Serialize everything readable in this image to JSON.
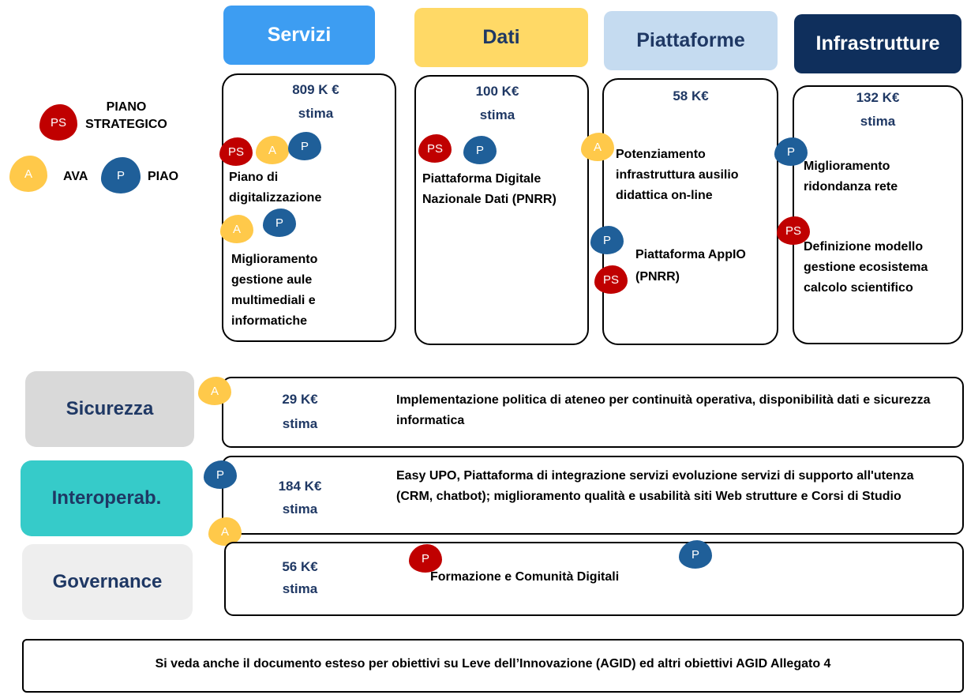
{
  "legend": {
    "ps_label": "PIANO STRATEGICO",
    "ava_label": "AVA",
    "piao_label": "PIAO",
    "ps_badge": "PS",
    "a_badge": "A",
    "p_badge": "P"
  },
  "columns": [
    {
      "title": "Servizi",
      "amount": "809 K €",
      "note": "stima",
      "items": [
        "Piano di digitalizzazione",
        "Miglioramento gestione aule multimediali e informatiche"
      ]
    },
    {
      "title": "Dati",
      "amount": "100 K€",
      "note": "stima",
      "items": [
        "Piattaforma Digitale Nazionale Dati (PNRR)"
      ]
    },
    {
      "title": "Piattaforme",
      "amount": "58 K€",
      "note": "",
      "items": [
        "Potenziamento infrastruttura ausilio didattica on-line",
        "Piattaforma AppIO (PNRR)"
      ]
    },
    {
      "title": "Infrastrutture",
      "amount": "132 K€",
      "note": "stima",
      "items": [
        "Miglioramento ridondanza rete",
        "Definizione modello gestione ecosistema calcolo scientifico"
      ]
    }
  ],
  "rows": [
    {
      "title": "Sicurezza",
      "amount": "29 K€",
      "note": "stima",
      "text": "Implementazione politica di ateneo per continuità operativa, disponibilità dati e sicurezza informatica"
    },
    {
      "title": "Interoperab.",
      "amount": "184 K€",
      "note": "stima",
      "text": "Easy UPO, Piattaforma di integrazione servizi evoluzione servizi di supporto all'utenza (CRM, chatbot); miglioramento qualità e usabilità siti Web strutture e Corsi di Studio"
    },
    {
      "title": "Governance",
      "amount": "56 K€",
      "note": "stima",
      "text": "Formazione e Comunità Digitali"
    }
  ],
  "footer": "Si veda anche il documento esteso per obiettivi su Leve dell’Innovazione (AGID) ed altri obiettivi AGID Allegato 4",
  "colors": {
    "servizi": "#3d9df2",
    "dati": "#ffd966",
    "piattaforme": "#c5dbf0",
    "infrastrutture": "#0f2f5c",
    "sicurezza": "#d9d9d9",
    "interoperab": "#36cbc9",
    "governance": "#eeeeee",
    "ps": "#c00000",
    "ava": "#ffc94a",
    "piao": "#1f5f99"
  }
}
